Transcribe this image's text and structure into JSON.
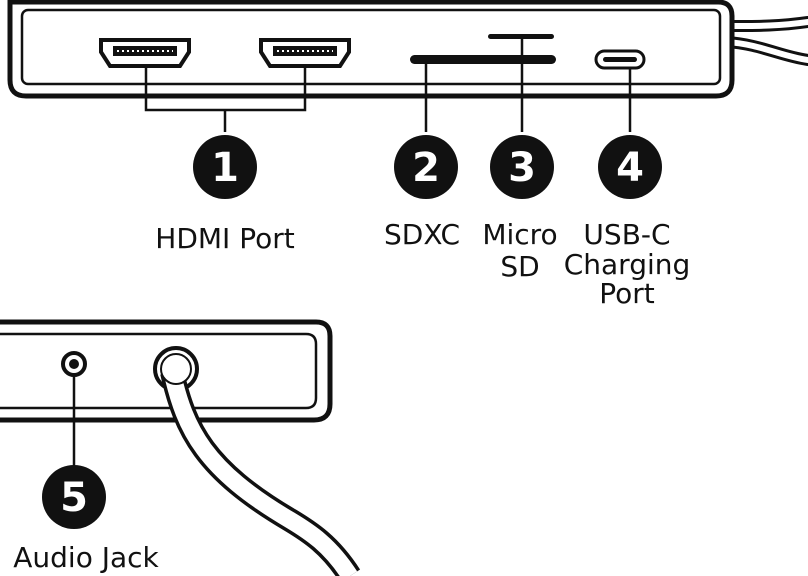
{
  "callouts": [
    {
      "number": "1",
      "label_lines": [
        "HDMI Port"
      ]
    },
    {
      "number": "2",
      "label_lines": [
        "SDXC"
      ]
    },
    {
      "number": "3",
      "label_lines": [
        "Micro",
        "SD"
      ]
    },
    {
      "number": "4",
      "label_lines": [
        "USB-C",
        "Charging",
        "Port"
      ]
    },
    {
      "number": "5",
      "label_lines": [
        "Audio Jack"
      ]
    }
  ]
}
